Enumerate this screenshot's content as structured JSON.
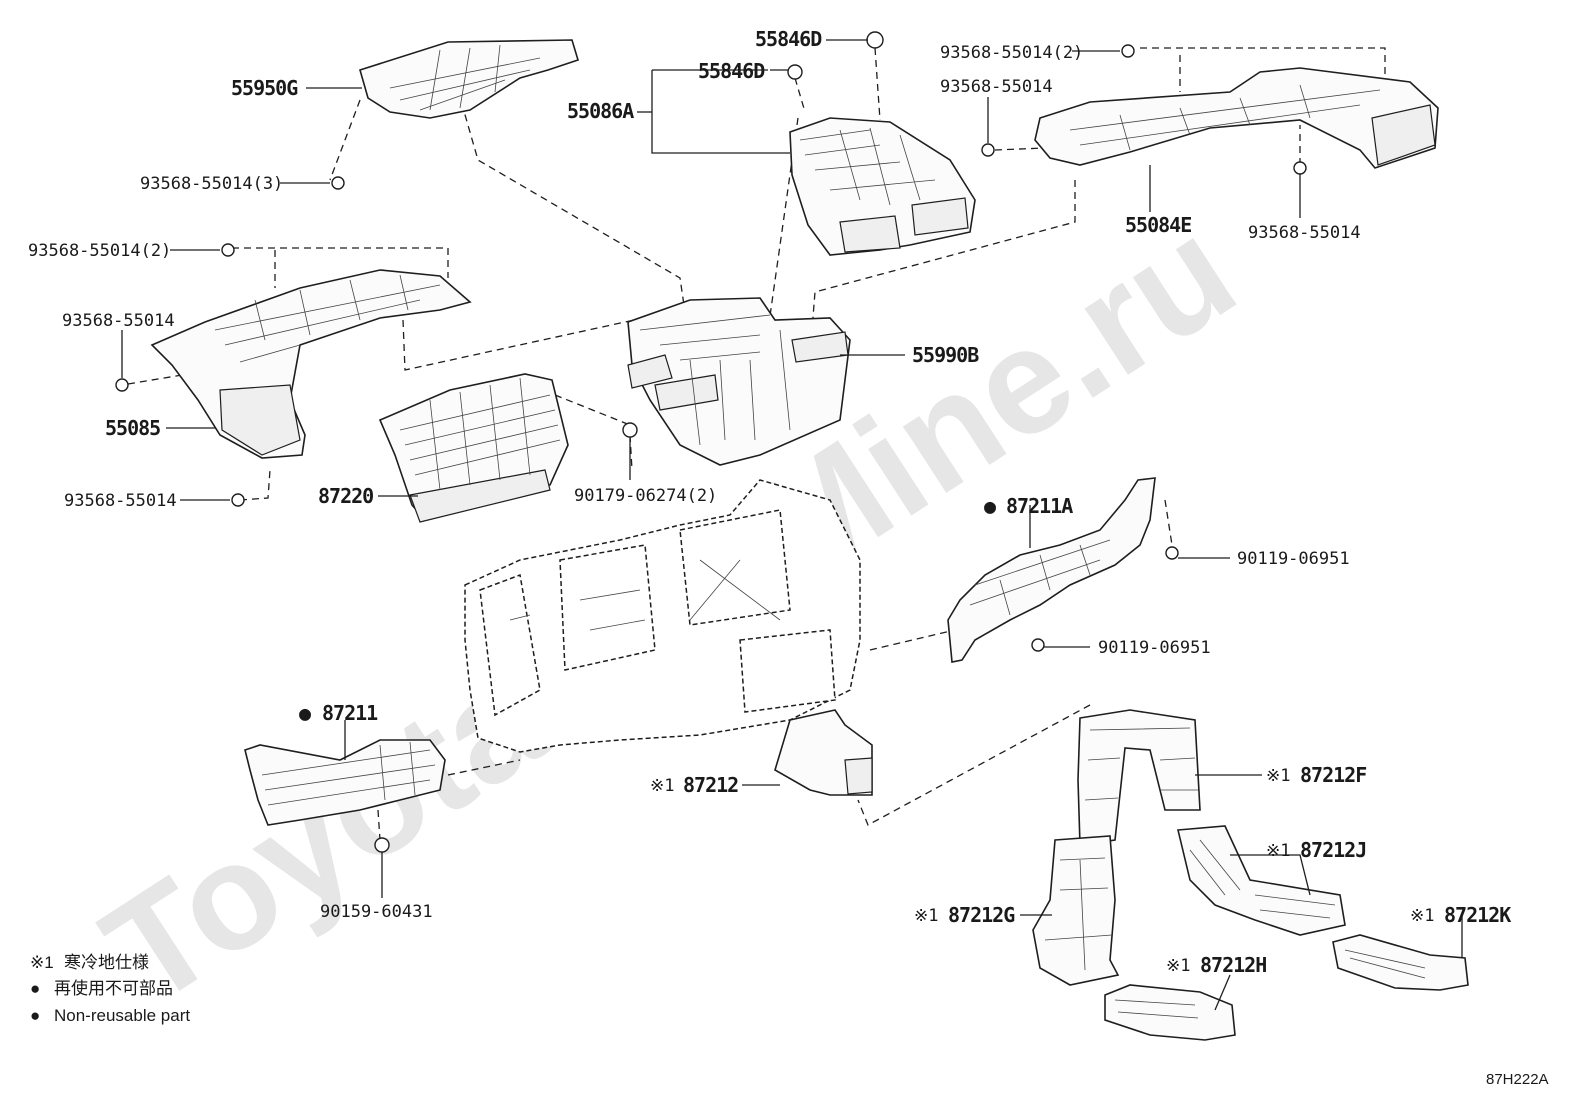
{
  "watermark": "ToyotaPartMine.ru",
  "labels": {
    "p55950G": "55950G",
    "p55846D_top": "55846D",
    "p55846D": "55846D",
    "p55086A": "55086A",
    "p93568_2_top": "93568-55014(2)",
    "p93568_top_right": "93568-55014",
    "p55084E": "55084E",
    "p93568_right": "93568-55014",
    "p93568_3": "93568-55014(3)",
    "p93568_2_left": "93568-55014(2)",
    "p93568_left": "93568-55014",
    "p55085": "55085",
    "p93568_left_bottom": "93568-55014",
    "p55990B": "55990B",
    "p87220": "87220",
    "p90179": "90179-06274(2)",
    "p87211A": "87211A",
    "p90119_a": "90119-06951",
    "p90119_b": "90119-06951",
    "p87211": "87211",
    "p87212": "87212",
    "p87212F": "87212F",
    "p87212J": "87212J",
    "p87212G": "87212G",
    "p87212K": "87212K",
    "p87212H": "87212H",
    "p90159": "90159-60431"
  },
  "marks": {
    "cold": "※1",
    "dot": "●"
  },
  "legend": {
    "cold_spec_mark": "※1",
    "cold_spec_text": "寒冷地仕様",
    "nonreusable_jp": "再使用不可部品",
    "nonreusable_en": "Non-reusable part"
  },
  "diagram_code": "87H222A",
  "colors": {
    "line": "#1e1e1e",
    "watermark": "#e6e6e6",
    "background": "#ffffff"
  }
}
